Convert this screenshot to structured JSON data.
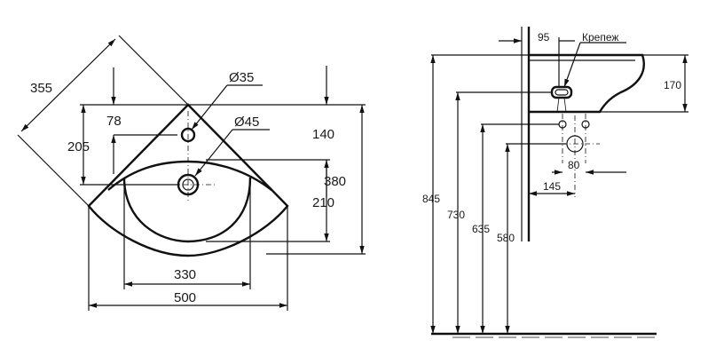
{
  "top_view": {
    "dims": {
      "diag_355": "355",
      "hole_35": "Ø35",
      "hole_45": "Ø45",
      "d_78": "78",
      "d_205": "205",
      "d_140": "140",
      "d_380": "380",
      "d_210": "210",
      "d_330": "330",
      "d_500": "500"
    }
  },
  "side_view": {
    "dims": {
      "d_95": "95",
      "mount_label": "Крепеж",
      "d_170": "170",
      "d_845": "845",
      "d_730": "730",
      "d_635": "635",
      "d_580": "580",
      "d_80": "80",
      "d_145": "145"
    }
  },
  "colors": {
    "ink": "#111111",
    "paper": "#ffffff"
  }
}
